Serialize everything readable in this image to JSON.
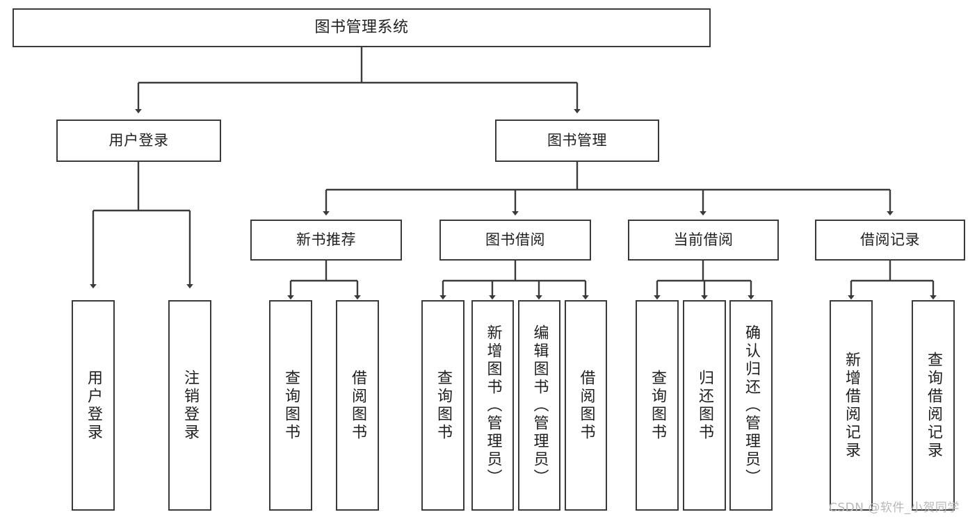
{
  "diagram": {
    "title": "图书管理系统",
    "type": "hierarchy-tree",
    "root": {
      "id": "root",
      "label": "图书管理系统",
      "orientation": "horizontal"
    },
    "level2": [
      {
        "id": "user-login",
        "label": "用户登录",
        "orientation": "horizontal"
      },
      {
        "id": "book-manage",
        "label": "图书管理",
        "orientation": "horizontal"
      }
    ],
    "level3": [
      {
        "id": "new-book-recommend",
        "label": "新书推荐",
        "orientation": "horizontal",
        "parent": "book-manage"
      },
      {
        "id": "book-borrow",
        "label": "图书借阅",
        "orientation": "horizontal",
        "parent": "book-manage"
      },
      {
        "id": "current-borrow",
        "label": "当前借阅",
        "orientation": "horizontal",
        "parent": "book-manage"
      },
      {
        "id": "borrow-record",
        "label": "借阅记录",
        "orientation": "horizontal",
        "parent": "book-manage"
      }
    ],
    "leaves": [
      {
        "id": "leaf-user-login",
        "label": "用户登录",
        "orientation": "vertical",
        "parent": "user-login"
      },
      {
        "id": "leaf-logout",
        "label": "注销登录",
        "orientation": "vertical",
        "parent": "user-login"
      },
      {
        "id": "leaf-query-book-1",
        "label": "查询图书",
        "orientation": "vertical",
        "parent": "new-book-recommend"
      },
      {
        "id": "leaf-borrow-book-1",
        "label": "借阅图书",
        "orientation": "vertical",
        "parent": "new-book-recommend"
      },
      {
        "id": "leaf-query-book-2",
        "label": "查询图书",
        "orientation": "vertical",
        "parent": "book-borrow"
      },
      {
        "id": "leaf-add-book",
        "label": "新增图书（管理员）",
        "orientation": "vertical",
        "parent": "book-borrow"
      },
      {
        "id": "leaf-edit-book",
        "label": "编辑图书（管理员）",
        "orientation": "vertical",
        "parent": "book-borrow"
      },
      {
        "id": "leaf-borrow-book-2",
        "label": "借阅图书",
        "orientation": "vertical",
        "parent": "book-borrow"
      },
      {
        "id": "leaf-query-book-3",
        "label": "查询图书",
        "orientation": "vertical",
        "parent": "current-borrow"
      },
      {
        "id": "leaf-return-book",
        "label": "归还图书",
        "orientation": "vertical",
        "parent": "current-borrow"
      },
      {
        "id": "leaf-confirm-return",
        "label": "确认归还（管理员）",
        "orientation": "vertical",
        "parent": "current-borrow"
      },
      {
        "id": "leaf-add-record",
        "label": "新增借阅记录",
        "orientation": "vertical",
        "parent": "borrow-record"
      },
      {
        "id": "leaf-query-record",
        "label": "查询借阅记录",
        "orientation": "vertical",
        "parent": "borrow-record"
      }
    ]
  },
  "watermark": {
    "text": "CSDN @软件_小贺同学"
  },
  "colors": {
    "border": "#3a3a3a",
    "text": "#1f1f1f",
    "background": "#ffffff",
    "edge": "#3a3a3a",
    "watermark": "#b8b8b8"
  }
}
